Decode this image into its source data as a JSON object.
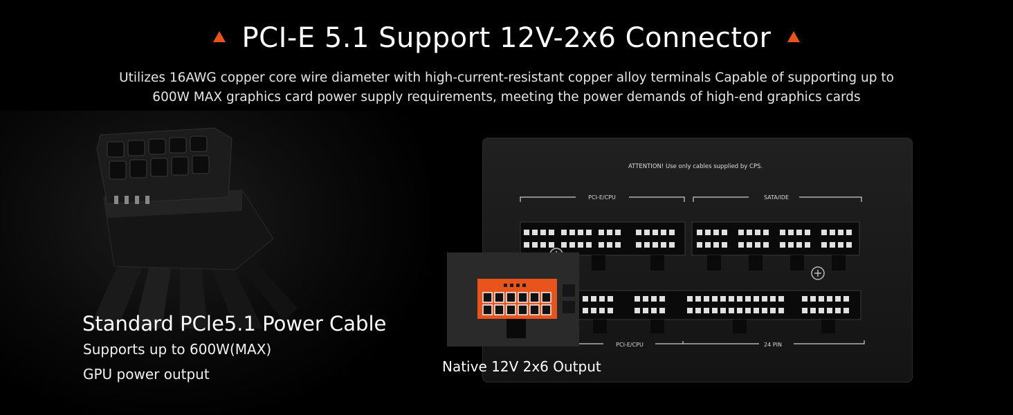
{
  "header": {
    "title": "PCI-E 5.1 Support 12V-2x6 Connector",
    "description_line1": "Utilizes 16AWG copper core wire diameter with high-current-resistant copper alloy terminals Capable of supporting up to",
    "description_line2": "600W MAX graphics card power supply requirements, meeting the power demands of high-end graphics cards"
  },
  "cable": {
    "title": "Standard PCle5.1 Power Cable",
    "subtitle_line1": "Supports up to 600W(MAX)",
    "subtitle_line2": "GPU power output"
  },
  "psu": {
    "attention": "ATTENTION! Use only cables supplied by CPS.",
    "label_pcie_top": "PCI-E/CPU",
    "label_sata": "SATA/IDE",
    "label_pcie_bottom": "PCI-E/CPU",
    "label_24pin": "24 PIN",
    "native_output": "Native 12V 2x6 Output"
  },
  "colors": {
    "accent": "#e8541c",
    "background": "#000000"
  }
}
